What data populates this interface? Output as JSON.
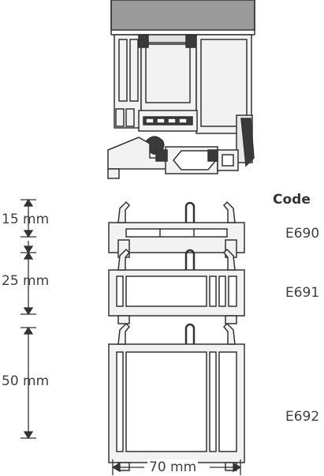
{
  "heading": "Code",
  "profiles": [
    {
      "code": "E690",
      "dimension": "15 mm"
    },
    {
      "code": "E691",
      "dimension": "25 mm"
    },
    {
      "code": "E692",
      "dimension": "50 mm"
    }
  ],
  "width_dimension": "70 mm",
  "colors": {
    "outline": "#333333",
    "profile_fill": "#f2f2f2",
    "wall_fill": "#9a9a9a",
    "dark_detail": "#3a3a3a"
  }
}
